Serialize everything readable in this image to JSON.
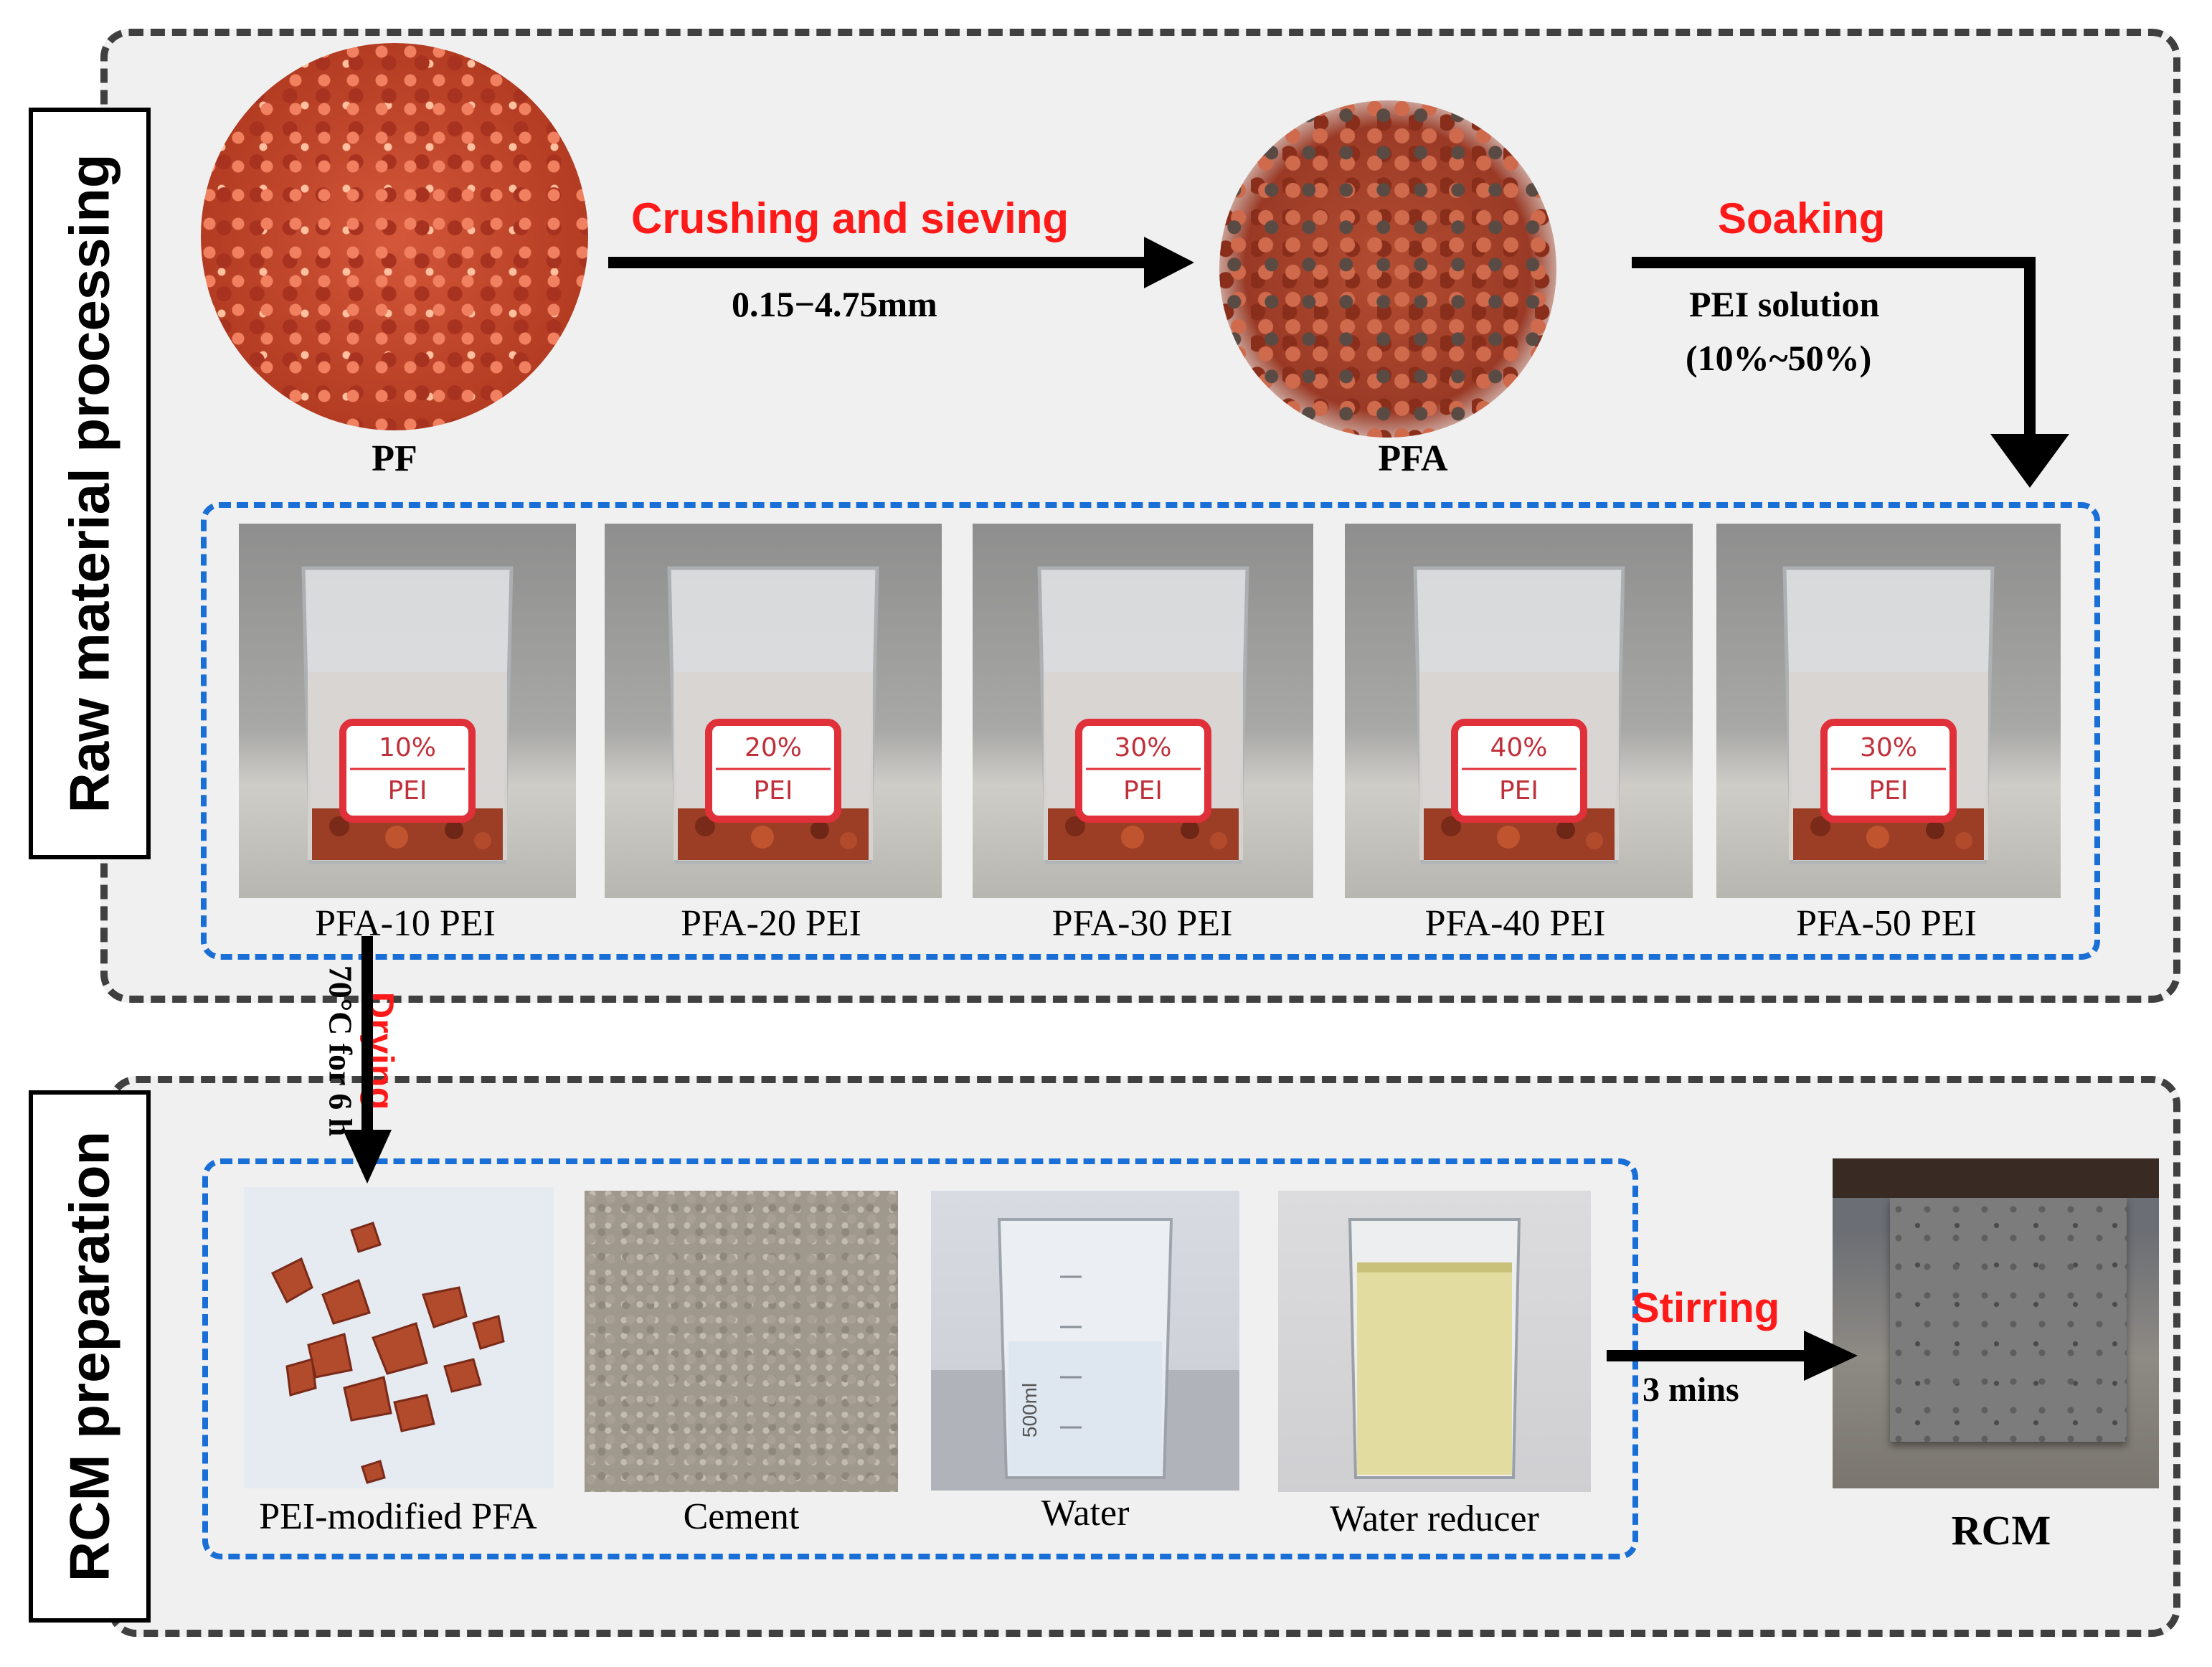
{
  "sections": {
    "raw_material_processing": "Raw material processing",
    "rcm_preparation": "RCM preparation"
  },
  "raw": {
    "pf_label": "PF",
    "pfa_label": "PFA",
    "crushing_label": "Crushing and sieving",
    "size_range": "0.15−4.75mm",
    "soaking_label": "Soaking",
    "pei_solution": "PEI solution",
    "pei_range": "(10%~50%)",
    "beakers": [
      {
        "caption": "PFA-10 PEI",
        "tag_top": "10%",
        "tag_bottom": "PEI"
      },
      {
        "caption": "PFA-20 PEI",
        "tag_top": "20%",
        "tag_bottom": "PEI"
      },
      {
        "caption": "PFA-30 PEI",
        "tag_top": "30%",
        "tag_bottom": "PEI"
      },
      {
        "caption": "PFA-40 PEI",
        "tag_top": "40%",
        "tag_bottom": "PEI"
      },
      {
        "caption": "PFA-50 PEI",
        "tag_top": "30%",
        "tag_bottom": "PEI"
      }
    ]
  },
  "drying": {
    "label": "Drying",
    "condition": "70°C for 6 h"
  },
  "rcm": {
    "materials": [
      {
        "caption": "PEI-modified PFA"
      },
      {
        "caption": "Cement"
      },
      {
        "caption": "Water"
      },
      {
        "caption": "Water reducer"
      }
    ],
    "stirring_label": "Stirring",
    "stirring_time": "3 mins",
    "product_label": "RCM",
    "beaker_volume": "500ml"
  },
  "colors": {
    "arrow_text_red": "#ff1a1a",
    "dashed_blue": "#1a6fd6",
    "panel_border": "#404040",
    "panel_fill": "#f0f0f0",
    "ceramsite": "#c0452a"
  }
}
